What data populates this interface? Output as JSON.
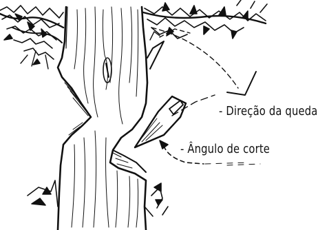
{
  "labels": {
    "fall_direction": "- Direção da queda",
    "cut_angle": "- Ângulo de corte"
  },
  "colors": {
    "ink": "#111111",
    "background": "#ffffff"
  },
  "icons": {
    "tree": "tree-trunk-sketch",
    "axe": "axe-head-sketch",
    "fall_arc": "dashed-arc-arrow",
    "angle_marker": "angle-arrow-marker"
  }
}
